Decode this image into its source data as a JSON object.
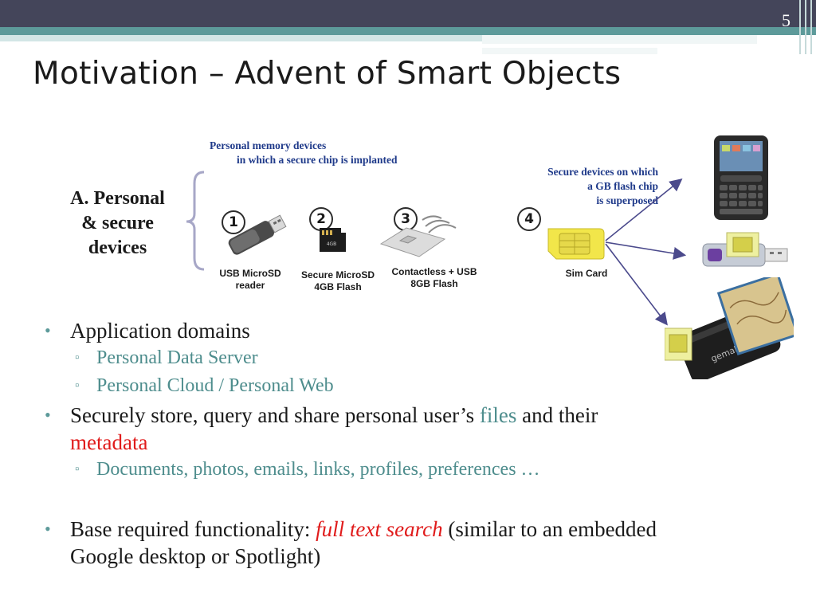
{
  "slide": {
    "number": "5",
    "title": "Motivation – Advent of Smart Objects"
  },
  "diagram": {
    "caption_personal_memory_line1": "Personal memory devices",
    "caption_personal_memory_line2": "in which a secure chip is implanted",
    "caption_secure_devices_line1": "Secure devices on which",
    "caption_secure_devices_line2": "a GB flash chip",
    "caption_secure_devices_line3": "is superposed",
    "section_label": "A. Personal & secure devices",
    "section_label_line1": "A.  Personal",
    "section_label_line2": "& secure",
    "section_label_line3": "devices",
    "devices": [
      {
        "number": "1",
        "label": "USB MicroSD\nreader",
        "icon": "usb-stick-icon"
      },
      {
        "number": "2",
        "label": "Secure MicroSD\n4GB Flash",
        "icon": "microsd-card-icon"
      },
      {
        "number": "3",
        "label": "Contactless + USB\n8GB Flash",
        "icon": "contactless-card-icon"
      },
      {
        "number": "4",
        "label": "Sim Card",
        "icon": "sim-card-icon"
      }
    ],
    "targets": [
      "mobile-phone-icon",
      "usb-sim-adapter-icon",
      "smart-card-reader-icon"
    ],
    "colors": {
      "arrow": "#4b4a8c",
      "caption": "#1f3a8a",
      "brace": "#a7a7c7"
    }
  },
  "bullets": {
    "b1": "Application domains",
    "b1_sub1": "Personal Data Server",
    "b1_sub2": "Personal Cloud / Personal Web",
    "b2_part1": "Securely store, query and share personal user’s ",
    "b2_files": "files",
    "b2_part2": " and their",
    "b2_metadata": "metadata",
    "b2_sub1": "Documents, photos, emails, links, profiles, preferences …",
    "b3_part1": "Base required functionality: ",
    "b3_fts": "full text search",
    "b3_part2": " (similar to an embedded",
    "b3_part3": "Google desktop or Spotlight)"
  },
  "theme": {
    "header_dark": "#44455a",
    "header_teal": "#5d9a9a",
    "accent_teal": "#4e8d8d",
    "accent_red": "#e01b1b"
  }
}
